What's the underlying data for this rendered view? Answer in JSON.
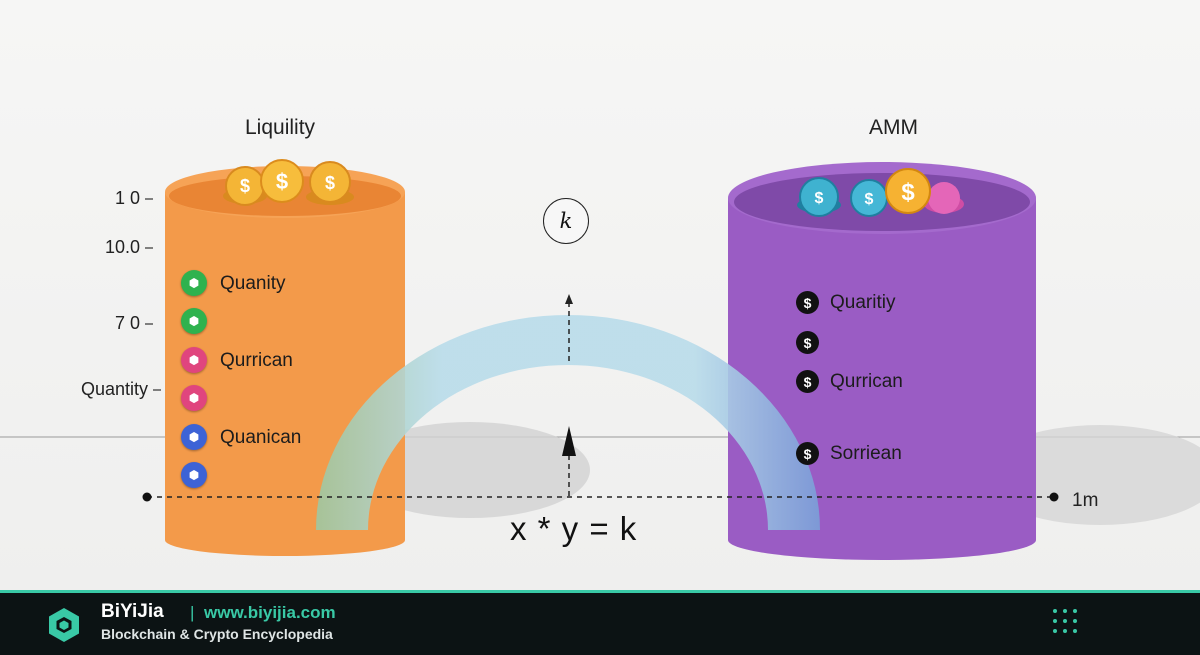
{
  "left_cylinder": {
    "title": "Liquility",
    "items": [
      {
        "label": "Quanity",
        "color": "#2fb24e"
      },
      {
        "label": "",
        "color": "#2fb24e"
      },
      {
        "label": "Qurrican",
        "color": "#e0457e"
      },
      {
        "label": "",
        "color": "#e0457e"
      },
      {
        "label": "Quanican",
        "color": "#3d63d6"
      },
      {
        "label": "",
        "color": "#3d63d6"
      }
    ],
    "color": "#f39a4a"
  },
  "right_cylinder": {
    "title": "AMM",
    "items": [
      {
        "label": "Quaritiy"
      },
      {
        "label": ""
      },
      {
        "label": "Qurrican"
      },
      {
        "label": "Sorriean"
      }
    ],
    "color": "#9a5cc4"
  },
  "axis_labels": [
    "1 0",
    "10.0",
    "7 0",
    "Quantity"
  ],
  "right_tick": "1m",
  "constant_symbol": "k",
  "formula": "x * y = k",
  "footer": {
    "brand": "BiYiJia",
    "separator": "|",
    "url": "www.biyijia.com",
    "tagline": "Blockchain & Crypto Encyclopedia",
    "accent": "#39c9a6"
  }
}
